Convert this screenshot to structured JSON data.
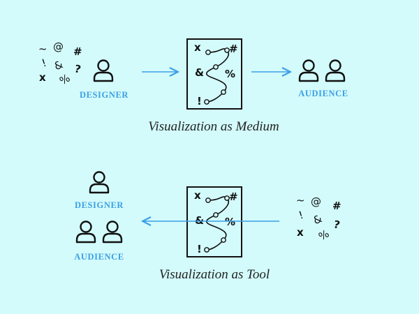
{
  "colors": {
    "background": "#d3fbfb",
    "accent": "#3a9fe6",
    "ink": "#111111"
  },
  "medium": {
    "caption": "Visualization as Medium",
    "designer_label": "DESIGNER",
    "audience_label": "AUDIENCE",
    "scatter": [
      "~",
      "@",
      "#",
      "!",
      "&",
      "?",
      "x",
      "%"
    ],
    "card": [
      "x",
      "#",
      "&",
      "%",
      "!"
    ]
  },
  "tool": {
    "caption": "Visualization as Tool",
    "designer_label": "DESIGNER",
    "audience_label": "AUDIENCE",
    "scatter": [
      "~",
      "@",
      "#",
      "!",
      "&",
      "?",
      "x",
      "%"
    ],
    "card": [
      "x",
      "#",
      "&",
      "%",
      "!"
    ]
  },
  "icons": [
    "person-icon",
    "document-icon",
    "arrow-right",
    "arrow-left"
  ]
}
